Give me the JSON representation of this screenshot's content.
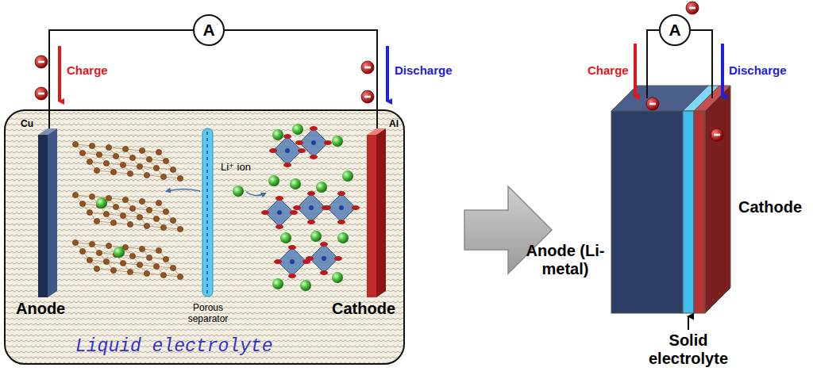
{
  "diagram": {
    "nodes": [
      {
        "text": [
          "Liquid electrolyte"
        ]
      },
      {
        "text": [
          "A"
        ]
      },
      {
        "text": [
          "A"
        ]
      }
    ],
    "labels": [
      "Charge",
      "Discharge",
      "Cu",
      "Al",
      "Li⁺ ion",
      "Anode",
      "Porous separator",
      "Cathode",
      "Charge",
      "Discharge",
      "Anode (Li-metal)",
      "Cathode",
      "Solid electrolyte"
    ]
  }
}
